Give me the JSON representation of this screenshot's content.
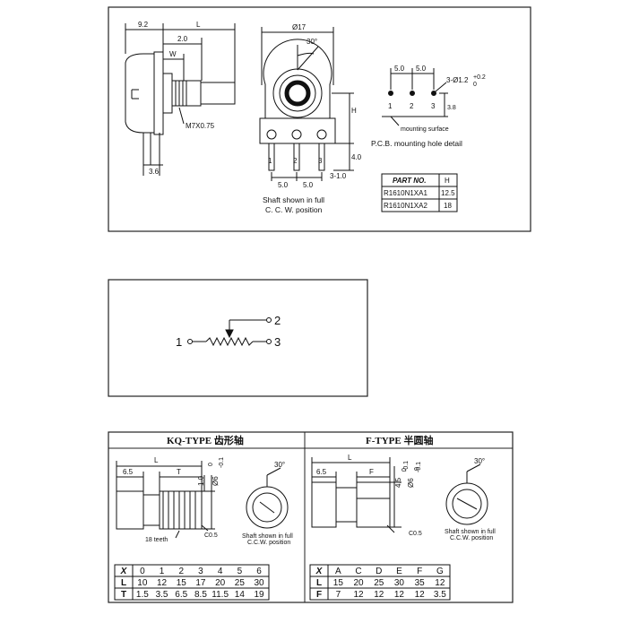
{
  "top": {
    "dims": {
      "d92": "9.2",
      "dL": "L",
      "d20": "2.0",
      "dW": "W",
      "m7": "M7X0.75",
      "d36": "3.6",
      "dia17": "Ø17",
      "ang30": "30°",
      "dH": "H",
      "d40": "4.0",
      "d50a": "5.0",
      "d50b": "5.0",
      "d310": "3-1.0"
    },
    "pins": [
      "1",
      "2",
      "3"
    ],
    "caption_line1": "Shaft shown in full",
    "caption_line2": "C. C. W.  position",
    "pcb": {
      "d50a": "5.0",
      "d50b": "5.0",
      "hole": "3-Ø1.2",
      "hole_tol_plus": "+0.2",
      "hole_tol_minus": "0",
      "pins": [
        "1",
        "2",
        "3"
      ],
      "d38": "3.8",
      "mounting_surface": "mounting surface",
      "caption": "P.C.B.  mounting hole detail"
    },
    "parts_table": {
      "headers": [
        "PART NO.",
        "H"
      ],
      "rows": [
        [
          "R1610N1XA1",
          "12.5"
        ],
        [
          "R1610N1XA2",
          "18"
        ]
      ]
    }
  },
  "schematic": {
    "t1": "1",
    "t2": "2",
    "t3": "3"
  },
  "bottom": {
    "kq": {
      "title": "KQ-TYPE 齿形轴",
      "d65": "6.5",
      "dL": "L",
      "dT": "T",
      "d10": "1.0",
      "d6": "Ø6",
      "d6_tol_plus": "0",
      "d6_tol_minus": "-0.1",
      "teeth": "18 teeth",
      "c05": "C0.5",
      "ang30": "30°",
      "cap1": "Shaft shown in full",
      "cap2": "C.C.W. position",
      "table": [
        [
          "X",
          "0",
          "1",
          "2",
          "3",
          "4",
          "5",
          "6"
        ],
        [
          "L",
          "10",
          "12",
          "15",
          "17",
          "20",
          "25",
          "30"
        ],
        [
          "T",
          "1.5",
          "3.5",
          "6.5",
          "8.5",
          "11.5",
          "14",
          "19"
        ]
      ]
    },
    "f": {
      "title": "F-TYPE 半圆轴",
      "d65": "6.5",
      "dL": "L",
      "dF": "F",
      "d45": "4.5",
      "d6": "Ø6",
      "d45_tol_plus": "0",
      "d45_tol_minus": "-0.1",
      "d6_tol_plus": "0",
      "d6_tol_minus": "-0.1",
      "c05": "C0.5",
      "ang30": "30°",
      "cap1": "Shaft shown in full",
      "cap2": "C.C.W. position",
      "table": [
        [
          "X",
          "A",
          "C",
          "D",
          "E",
          "F",
          "G"
        ],
        [
          "L",
          "15",
          "20",
          "25",
          "30",
          "35",
          "12"
        ],
        [
          "F",
          "7",
          "12",
          "12",
          "12",
          "12",
          "3.5"
        ]
      ]
    }
  }
}
